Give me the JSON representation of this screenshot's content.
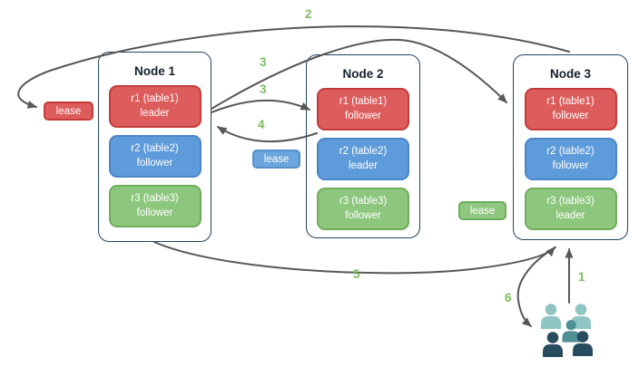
{
  "diagram": {
    "nodes": [
      {
        "title": "Node 1",
        "replicas": [
          {
            "name": "r1 (table1)",
            "role": "leader"
          },
          {
            "name": "r2 (table2)",
            "role": "follower"
          },
          {
            "name": "r3 (table3)",
            "role": "follower"
          }
        ]
      },
      {
        "title": "Node 2",
        "replicas": [
          {
            "name": "r1 (table1)",
            "role": "follower"
          },
          {
            "name": "r2 (table2)",
            "role": "leader"
          },
          {
            "name": "r3 (table3)",
            "role": "follower"
          }
        ]
      },
      {
        "title": "Node 3",
        "replicas": [
          {
            "name": "r1 (table1)",
            "role": "follower"
          },
          {
            "name": "r2 (table2)",
            "role": "follower"
          },
          {
            "name": "r3 (table3)",
            "role": "leader"
          }
        ]
      }
    ],
    "leases": [
      {
        "label": "lease",
        "color": "#dd5c5c"
      },
      {
        "label": "lease",
        "color": "#6aa5de"
      },
      {
        "label": "lease",
        "color": "#8fc77f"
      }
    ],
    "steps": {
      "s1": "1",
      "s2": "2",
      "s3a": "3",
      "s3b": "3",
      "s4": "4",
      "s5": "5",
      "s6": "6"
    },
    "icons": {
      "users": "users-group-icon"
    },
    "colors": {
      "arrow": "#575757",
      "step_label": "#7cbd5f",
      "node_border": "#23445d",
      "red_fill": "#dd5c5c",
      "red_border": "#c53b3b",
      "blue_fill": "#5e9bdb",
      "blue_border": "#4b86c6",
      "green_fill": "#8dc77d",
      "green_border": "#6fae5c",
      "person_light": "#8fc5c3",
      "person_mid": "#4e8f96",
      "person_dark": "#274c5e"
    }
  }
}
